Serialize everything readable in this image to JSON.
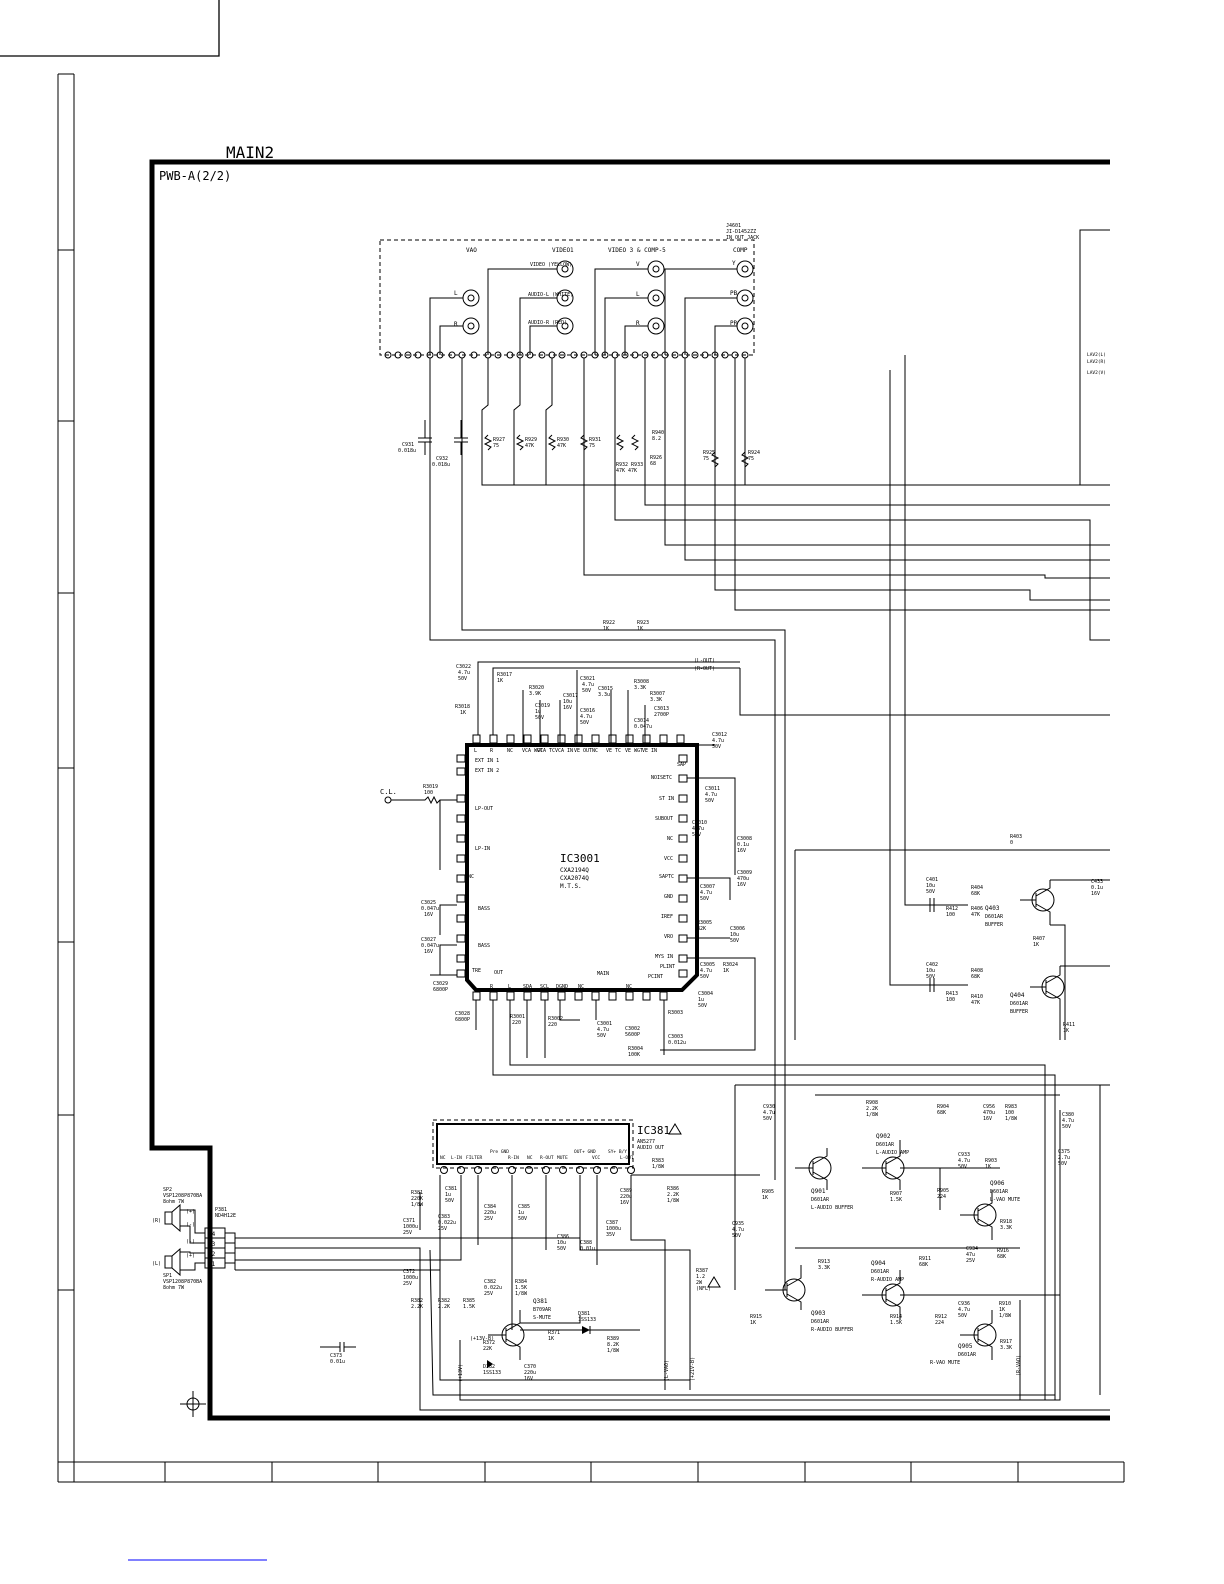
{
  "sheet": {
    "title": "MAIN2",
    "board": "PWB-A(2/2)"
  },
  "jack": {
    "ref": "J4601",
    "part": "JI-D1452ZZ",
    "desc": "IN OUT JACK",
    "groups": [
      "VAO",
      "VIDEO1",
      "VIDEO 3 & COMP-5",
      "COMP"
    ],
    "labels": [
      "L",
      "R",
      "VIDEO (YELLOW)",
      "AUDIO-L (WHITE)",
      "AUDIO-R (RED)",
      "V",
      "L",
      "R",
      "Y",
      "PB",
      "PR"
    ]
  },
  "ic3001": {
    "ref": "IC3001",
    "parts": [
      "CXA2194Q",
      "CXA2074Q"
    ],
    "func": "M.T.S.",
    "top_pins": [
      "L",
      "R",
      "NC",
      "VCA WGT",
      "VCA TC",
      "VCA IN",
      "VE OUT",
      "NC",
      "VE TC",
      "VE WGT",
      "VE IN"
    ],
    "left_pins": [
      "EXT IN 1",
      "EXT IN 2",
      "LP-OUT",
      "LP-IN",
      "NC",
      "BASS",
      "BASS",
      "TRE"
    ],
    "right_pins": [
      "SAP",
      "NOISETC",
      "ST IN",
      "SUBOUT",
      "NC",
      "VCC",
      "SAPTC",
      "GND",
      "IREF",
      "VRO",
      "MYS IN",
      "PLINT"
    ],
    "bottom_pins": [
      "OUT",
      "R",
      "L",
      "SDA",
      "SCL",
      "DGND",
      "NC",
      "MAIN",
      "NC",
      "PCINT"
    ]
  },
  "ic381": {
    "ref": "IC381",
    "part": "AN5277",
    "func": "AUDIO OUT",
    "pins": [
      "NC",
      "L-IN",
      "FILTER",
      "Pre GND",
      "R-IN",
      "NC",
      "R-OUT",
      "MUTE",
      "OUT+ GND",
      "VCC",
      "SY+ B/Y",
      "L-OUT"
    ]
  },
  "transistors": [
    {
      "ref": "Q403",
      "type": "D601AR",
      "func": "BUFFER"
    },
    {
      "ref": "Q404",
      "type": "D601AR",
      "func": "BUFFER"
    },
    {
      "ref": "Q901",
      "type": "D601AR",
      "func": "L-AUDIO BUFFER"
    },
    {
      "ref": "Q902",
      "type": "D601AR",
      "func": "L-AUDIO AMP"
    },
    {
      "ref": "Q903",
      "type": "D601AR",
      "func": "R-AUDIO BUFFER"
    },
    {
      "ref": "Q904",
      "type": "D601AR",
      "func": "R-AUDIO AMP"
    },
    {
      "ref": "Q905",
      "type": "D601AR",
      "func": "R-VAO MUTE"
    },
    {
      "ref": "Q906",
      "type": "D601AR",
      "func": "L-VAO MUTE"
    },
    {
      "ref": "Q381",
      "type": "B709AR",
      "func": "S-MUTE"
    }
  ],
  "speakers": [
    {
      "ref": "SP2",
      "part": "VSP1208P870BA",
      "spec": "8ohm 7W",
      "side": "(R)"
    },
    {
      "ref": "SP1",
      "part": "VSP1208P870BA",
      "spec": "8ohm 7W",
      "side": "(L)"
    }
  ],
  "connector": {
    "ref": "P381",
    "part": "ND4H12E",
    "pins": [
      "S4",
      "S3",
      "S2",
      "S1"
    ]
  },
  "misc": {
    "cl_label": "C.L.",
    "nets": [
      "(L-OUT)",
      "(R-OUT)",
      "(+13V)",
      "(+13V-B)",
      "(+21V-B)",
      "(L-VAO)",
      "(R-VAO)"
    ]
  },
  "components": {
    "r": [
      "R927 75",
      "R929 47K",
      "R930 47K",
      "R931 75",
      "R925 75",
      "R924 75",
      "R940 8.2",
      "R926 68",
      "R932 47K",
      "R933 47K",
      "R922 1K",
      "R923 1K",
      "R3017 1K",
      "R3018 1K",
      "R3019 100",
      "R3020 3.9K",
      "R3007 3.3K",
      "R3008 3.3K",
      "R3001 220",
      "R3002 220",
      "R3004 100K",
      "R3005 82K",
      "R3024 1K",
      "R403 0",
      "R404 68K",
      "R405 47K",
      "R408 68K",
      "R410 47K",
      "R411 1K",
      "R412 100",
      "R413 100",
      "R407 1K",
      "R908 2.2K",
      "R904 68K",
      "R905 1K",
      "R906 1K",
      "R907 1.5K",
      "R909 220",
      "R910 1K",
      "R911 68K",
      "R912 224",
      "R913 3.3K",
      "R914 1.5K",
      "R915 1K",
      "R916 68K",
      "R917 3.3K",
      "R918 3.3K",
      "R383 100",
      "R381 220K",
      "R382 2.2K",
      "R385 1.5K",
      "R386 2.2K",
      "R387 1.2",
      "R372 22K",
      "R384 1.5K",
      "R389 8.2K",
      "R371 1K"
    ],
    "c": [
      "C931 0.018u",
      "C932 0.018u",
      "C3022 4.7u 50V",
      "C3021 4.7u 50V",
      "C3017 10u 16V",
      "C3016 4.7u 50V",
      "C3019 1u 50V",
      "C3014 0.047u",
      "C3013 2700P",
      "C3012 4.7u 50V",
      "C3011 4.7u 50V",
      "C3010 4.7u 50V",
      "C3009 470u 16V",
      "C3008 0.1u",
      "C3007 4.7u 50V",
      "C3006 10u 50V",
      "C3005 4.7u 50V",
      "C3004 1u 50V",
      "C3003 0.012u",
      "C3002 5600P",
      "C3001 4.7u 50V",
      "C3025 0.047u 16V",
      "C3027 0.047u 16V",
      "C3029 6800P",
      "C3028 6800P",
      "C401 10u 50V",
      "C402 10u 50V",
      "C433 0.1u 16V",
      "C930 4.7u 50V",
      "C935 4.7u 50V",
      "C956 470u 16V",
      "C933 4.7u 50V",
      "C934 47u 25V",
      "C936 4.7u 50V",
      "C380 4.7u 50V",
      "C375 2.7u 50V",
      "C381 1u 50V",
      "C383 0.022u 25V",
      "C384 220u 25V",
      "C385 1u 50V",
      "C386 10u 50V",
      "C387 1000u 35V",
      "C388 0.01u",
      "C389 220u 16V",
      "C371 1000u 25V",
      "C372 1000u 25V",
      "C382 0.022u 25V",
      "C370 220u 16V",
      "C373 0.01u"
    ],
    "d": [
      "D381 1SS133",
      "D382 1SS133"
    ]
  }
}
